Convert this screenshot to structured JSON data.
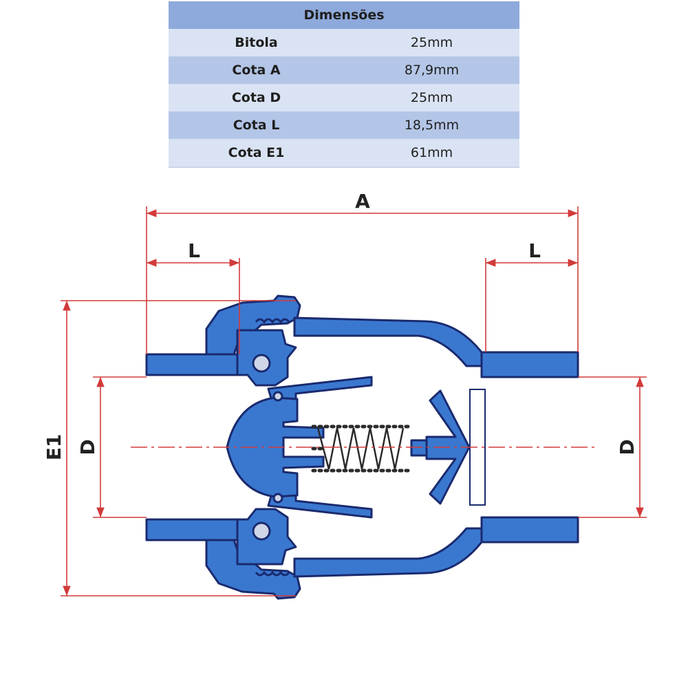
{
  "table": {
    "header": "Dimensões",
    "rows": [
      {
        "label": "Bitola",
        "value": "25mm"
      },
      {
        "label": "Cota A",
        "value": "87,9mm"
      },
      {
        "label": "Cota D",
        "value": "25mm"
      },
      {
        "label": "Cota L",
        "value": "18,5mm"
      },
      {
        "label": "Cota E1",
        "value": "61mm"
      }
    ]
  },
  "diagram": {
    "labels": {
      "a": "A",
      "l_left": "L",
      "l_right": "L",
      "e1": "E1",
      "d_left": "D",
      "d_right": "D"
    }
  },
  "colors": {
    "table_header": "#8ea9db",
    "table_row_light": "#dae3f3",
    "table_row_dark": "#b4c6e7",
    "valve_blue": "#3a78d0",
    "valve_outline": "#1a2a6e",
    "dimension_red": "#d23a3a"
  }
}
